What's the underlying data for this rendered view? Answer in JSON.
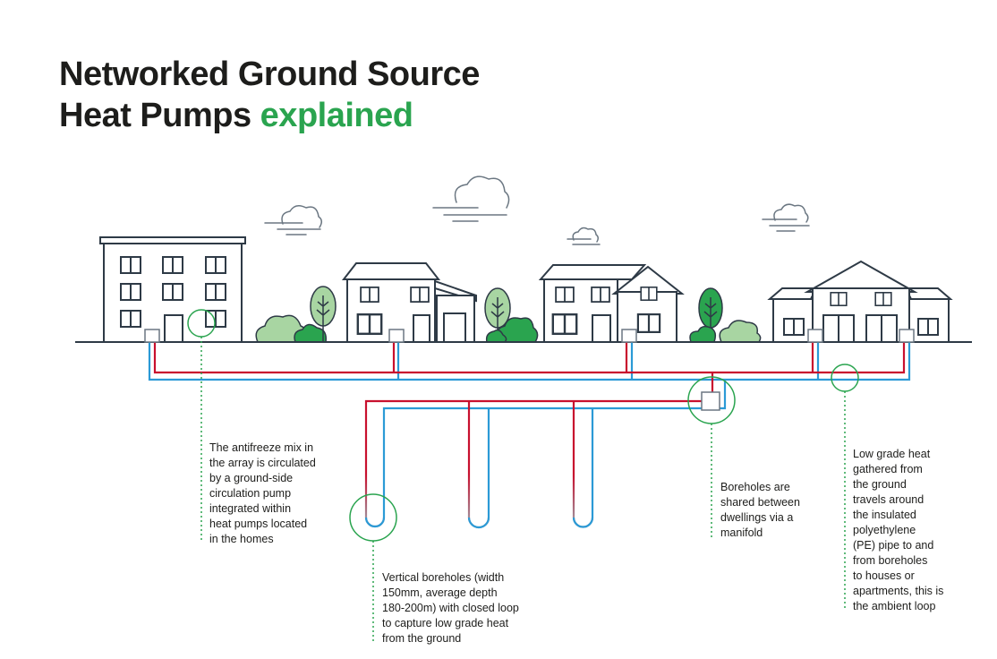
{
  "title": {
    "line1": "Networked Ground Source",
    "line2_black": "Heat Pumps ",
    "line2_green": "explained"
  },
  "colors": {
    "outline": "#2e3a46",
    "hot_pipe": "#c8102e",
    "cold_pipe": "#2b9ad6",
    "accent_green": "#2aa44f",
    "light_green": "#a8d5a2"
  },
  "annotations": {
    "antifreeze": [
      "The antifreeze mix in",
      "the array is circulated",
      "by a ground-side",
      "circulation pump",
      "integrated within",
      "heat pumps located",
      "in the homes"
    ],
    "boreholes": [
      "Vertical boreholes (width",
      "150mm, average depth",
      "180-200m) with closed loop",
      "to capture low grade heat",
      "from the ground"
    ],
    "manifold": [
      "Boreholes are",
      "shared between",
      "dwellings via a",
      "manifold"
    ],
    "ambient_loop": [
      "Low grade heat",
      "gathered from",
      "the ground",
      "travels around",
      "the insulated",
      "polyethylene",
      "(PE) pipe to and",
      "from boreholes",
      "to houses or",
      "apartments, this is",
      "the ambient loop"
    ]
  }
}
